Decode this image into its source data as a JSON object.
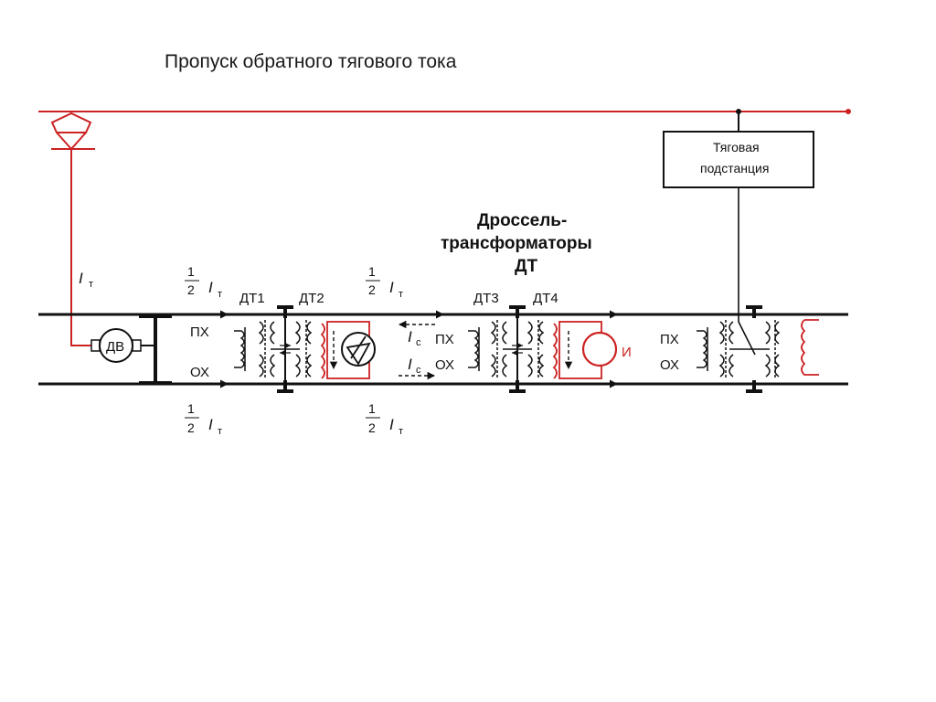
{
  "title": "Пропуск обратного тягового тока",
  "substation": {
    "line1": "Тяговая",
    "line2": "подстанция"
  },
  "dt_heading": {
    "line1": "Дроссель-",
    "line2": "трансформаторы",
    "line3": "ДТ"
  },
  "labels": {
    "dt1": "ДТ1",
    "dt2": "ДТ2",
    "dt3": "ДТ3",
    "dt4": "ДТ4",
    "px": "ПХ",
    "ox": "ОХ",
    "motor": "ДВ",
    "indicator": "И",
    "current_symbol": "I",
    "current_sub_t": "т",
    "current_sub_c": "c",
    "half_num": "1",
    "half_den": "2"
  },
  "colors": {
    "contact_wire": "#cc2222",
    "rail": "#111111",
    "relay": "#cc2222"
  }
}
